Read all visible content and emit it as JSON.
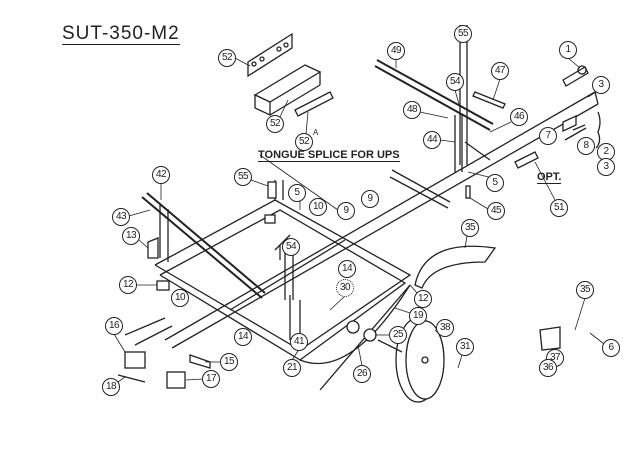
{
  "title": "SUT-350-M2",
  "labels": {
    "tongue_splice": "TONGUE SPLICE FOR UPS",
    "opt": "OPT.",
    "splice_suffix": "A"
  },
  "callouts": [
    "52",
    "52",
    "52",
    "55",
    "49",
    "54",
    "47",
    "1",
    "3",
    "48",
    "46",
    "44",
    "7",
    "8",
    "2",
    "3",
    "5",
    "45",
    "51",
    "42",
    "55",
    "5",
    "10",
    "9",
    "9",
    "43",
    "13",
    "35",
    "54",
    "14",
    "30",
    "12",
    "10",
    "12",
    "19",
    "35",
    "16",
    "14",
    "41",
    "25",
    "38",
    "31",
    "6",
    "37",
    "36",
    "15",
    "21",
    "26",
    "18",
    "17"
  ]
}
